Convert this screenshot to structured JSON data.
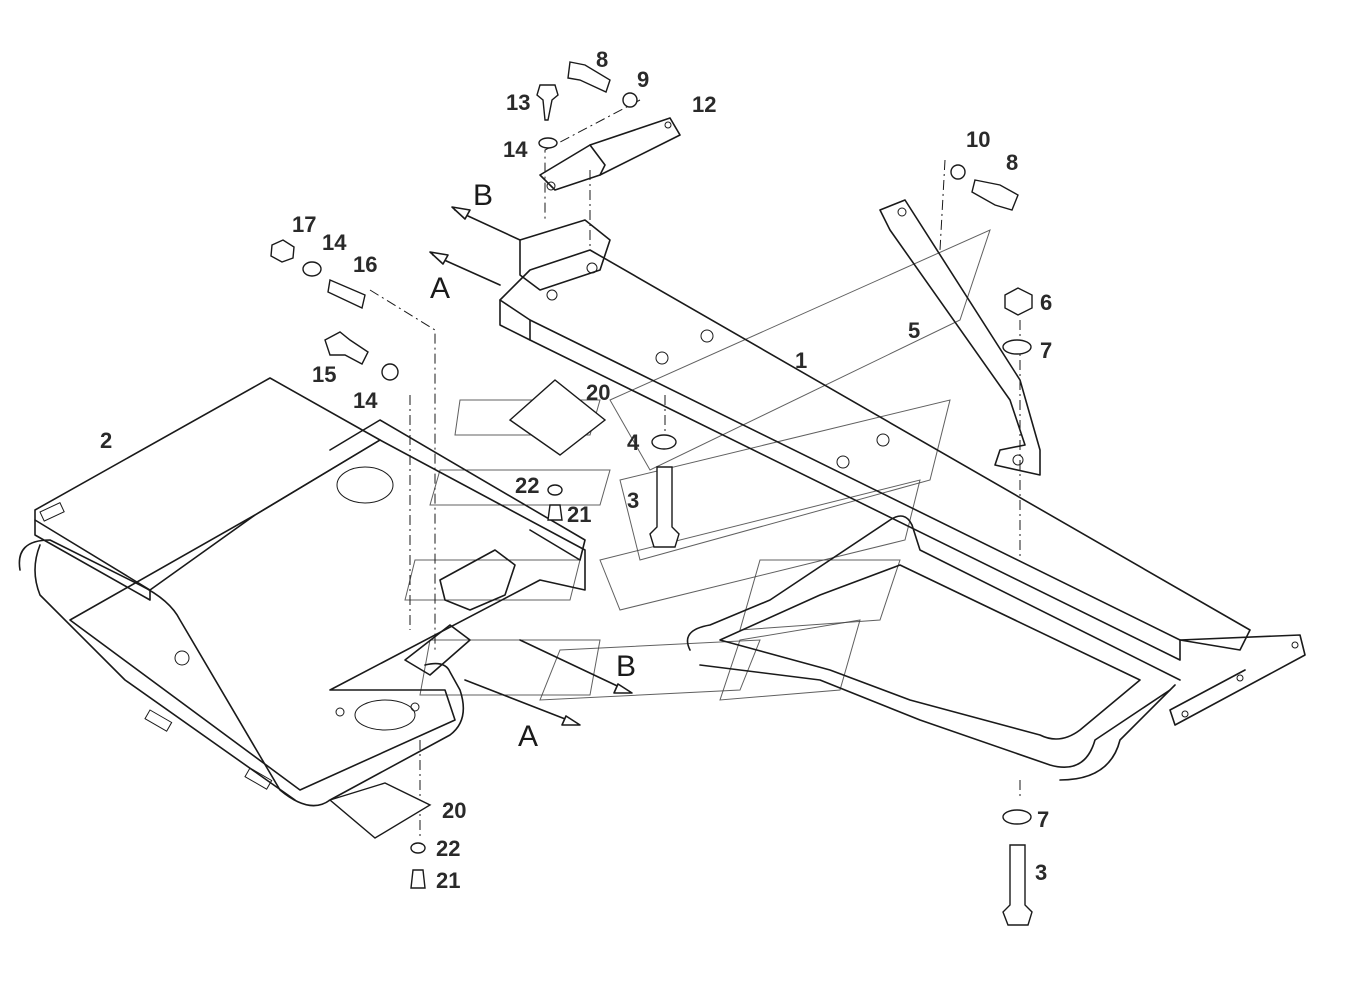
{
  "parts": [
    {
      "id": "p1",
      "label": "1"
    },
    {
      "id": "p2",
      "label": "2"
    },
    {
      "id": "p3a",
      "label": "3"
    },
    {
      "id": "p3b",
      "label": "3"
    },
    {
      "id": "p4",
      "label": "4"
    },
    {
      "id": "p5",
      "label": "5"
    },
    {
      "id": "p6",
      "label": "6"
    },
    {
      "id": "p7a",
      "label": "7"
    },
    {
      "id": "p7b",
      "label": "7"
    },
    {
      "id": "p8a",
      "label": "8"
    },
    {
      "id": "p8b",
      "label": "8"
    },
    {
      "id": "p9",
      "label": "9"
    },
    {
      "id": "p10",
      "label": "10"
    },
    {
      "id": "p12",
      "label": "12"
    },
    {
      "id": "p13",
      "label": "13"
    },
    {
      "id": "p14a",
      "label": "14"
    },
    {
      "id": "p14b",
      "label": "14"
    },
    {
      "id": "p14c",
      "label": "14"
    },
    {
      "id": "p15",
      "label": "15"
    },
    {
      "id": "p16",
      "label": "16"
    },
    {
      "id": "p17",
      "label": "17"
    },
    {
      "id": "p20a",
      "label": "20"
    },
    {
      "id": "p20b",
      "label": "20"
    },
    {
      "id": "p21a",
      "label": "21"
    },
    {
      "id": "p21b",
      "label": "21"
    },
    {
      "id": "p22a",
      "label": "22"
    },
    {
      "id": "p22b",
      "label": "22"
    }
  ],
  "views": [
    {
      "id": "vA1",
      "label": "A"
    },
    {
      "id": "vA2",
      "label": "A"
    },
    {
      "id": "vB1",
      "label": "B"
    },
    {
      "id": "vB2",
      "label": "B"
    }
  ],
  "colors": {
    "line": "#1a1a1a",
    "text": "#2a2a2a",
    "background": "#ffffff"
  }
}
